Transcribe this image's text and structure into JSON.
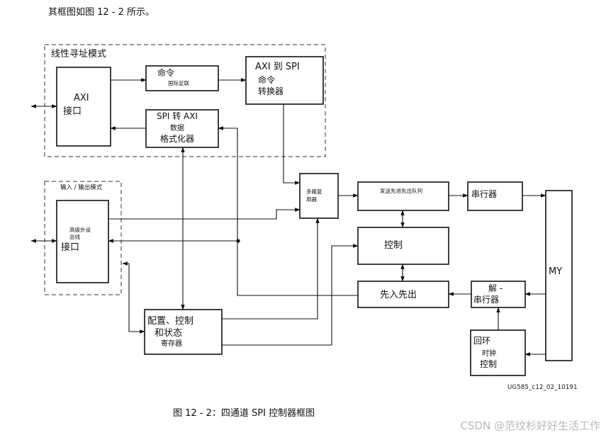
{
  "intro": "其框图如图 12 - 2 所示。",
  "caption": "图 12 - 2：四通道 SPI 控制器框图",
  "figure_id": "UG585_c12_02_10191",
  "watermark": "CSDN @范纹杉好好生活工作",
  "diagram": {
    "linear_mode_label": "线性寻址模式",
    "io_mode_label": "输入 / 输出模式",
    "axi_if": [
      "AXI",
      "接口"
    ],
    "cmd": [
      "命令",
      "国际足联"
    ],
    "axi_to_spi": [
      "AXI 到 SPI",
      "命令",
      "转换器"
    ],
    "spi_to_axi": [
      "SPI 转 AXI",
      "数据",
      "格式化器"
    ],
    "mux": [
      "多路复",
      "用器"
    ],
    "tx_fifo": "发送先进先出队列",
    "serializer": "串行器",
    "control": "控制",
    "fifo": "先入先出",
    "deserializer": [
      "解 -",
      "串行器"
    ],
    "apb_if": [
      "高级外设",
      "总线",
      "接口"
    ],
    "config_regs": [
      "配置、控制",
      "和状态",
      "寄存器"
    ],
    "loopback": [
      "回环",
      "时钟",
      "控制"
    ],
    "my": "MY"
  },
  "colors": {
    "line": "#111111",
    "watermark": "#b9b9b9"
  }
}
